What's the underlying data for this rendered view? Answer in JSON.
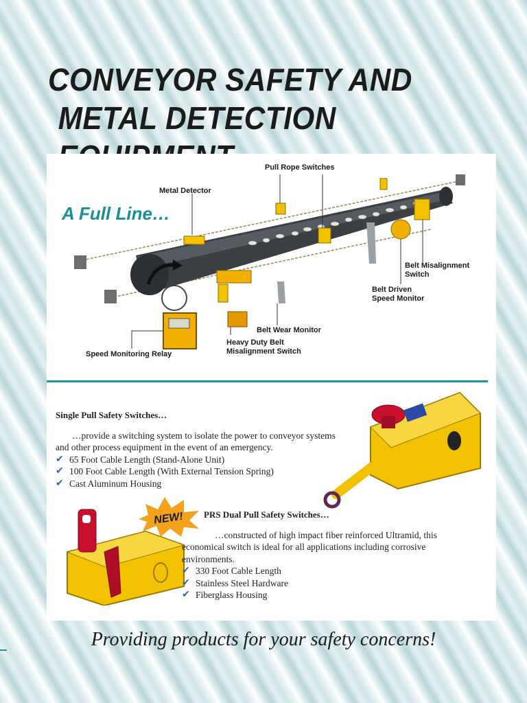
{
  "title": {
    "line1": "CONVEYOR SAFETY AND",
    "line2": "METAL DETECTION EQUIPMENT"
  },
  "diagram": {
    "headline": "A Full Line…",
    "labels": {
      "pull_rope_switches": "Pull Rope Switches",
      "metal_detector": "Metal Detector",
      "belt_misalignment_switch": "Belt Misalignment Switch",
      "belt_driven_speed_monitor": "Belt Driven Speed Monitor",
      "belt_wear_monitor": "Belt Wear Monitor",
      "heavy_duty_belt_misalignment_switch": "Heavy Duty Belt Misalignment Switch",
      "speed_monitoring_relay": "Speed Monitoring Relay"
    }
  },
  "single_pull": {
    "heading": "Single Pull Safety Switches…",
    "description": "…provide a switching system to isolate the power to conveyor systems and other process equipment in the event of an emergency.",
    "features": [
      "65 Foot Cable Length (Stand-Alone Unit)",
      "100 Foot Cable Length (With External Tension Spring)",
      "Cast Aluminum Housing"
    ]
  },
  "prs_dual": {
    "badge": "NEW!",
    "heading": "PRS Dual Pull Safety Switches…",
    "description": "…constructed of high impact fiber reinforced Ultramid, this economical switch is ideal for all applications including corrosive environments.",
    "features": [
      "330 Foot Cable Length",
      "Stainless Steel Hardware",
      "Fiberglass Housing"
    ]
  },
  "tagline": "Providing products for your safety concerns!",
  "colors": {
    "accent": "#1a9599",
    "check": "#2a63b8",
    "product_yellow": "#f2c200",
    "badge_orange": "#f4a21c"
  }
}
